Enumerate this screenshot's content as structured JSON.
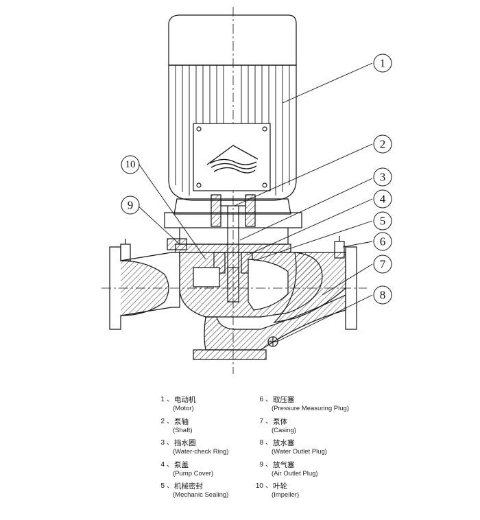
{
  "callouts": [
    "1",
    "2",
    "3",
    "4",
    "5",
    "6",
    "7",
    "8",
    "9",
    "10"
  ],
  "legend": {
    "left": [
      {
        "num": "1",
        "sep": "、",
        "zh": "电动机",
        "en": "(Motor)"
      },
      {
        "num": "2",
        "sep": "、",
        "zh": "泵轴",
        "en": "(Shaft)"
      },
      {
        "num": "3",
        "sep": "、",
        "zh": "挡水圈",
        "en": "(Water-check Ring)"
      },
      {
        "num": "4",
        "sep": "、",
        "zh": "泵盖",
        "en": "(Pump Cover)"
      },
      {
        "num": "5",
        "sep": "、",
        "zh": "机械密封",
        "en": "(Mechanic Sealing)"
      }
    ],
    "right": [
      {
        "num": "6",
        "sep": "、",
        "zh": "取压塞",
        "en": "(Pressure Measuring Plug)"
      },
      {
        "num": "7",
        "sep": "、",
        "zh": "泵体",
        "en": "(Casing)"
      },
      {
        "num": "8",
        "sep": "、",
        "zh": "放水塞",
        "en": "(Water Outlet Plug)"
      },
      {
        "num": "9",
        "sep": "、",
        "zh": "放气塞",
        "en": "(Air Outlet Plug)"
      },
      {
        "num": "10",
        "sep": "、",
        "zh": "叶轮",
        "en": "(Impeller)"
      }
    ]
  }
}
